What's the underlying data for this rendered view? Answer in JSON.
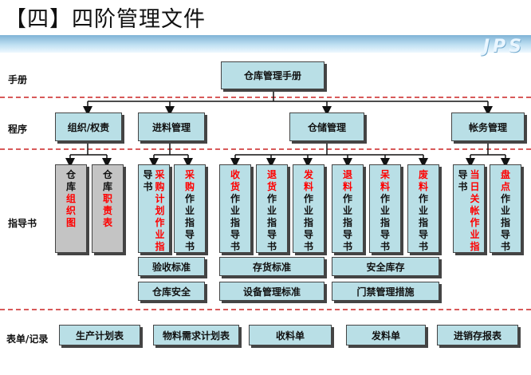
{
  "title": "【四】四阶管理文件",
  "logo": "JPS",
  "rows": {
    "manual": "手册",
    "procedure": "程序",
    "guide": "指导书",
    "forms": "表单/记录"
  },
  "manual_box": "仓库管理手册",
  "procedures": [
    "组织/权责",
    "进料管理",
    "仓储管理",
    "帐务管理"
  ],
  "guides": {
    "org_chart": [
      "仓库",
      "组织图"
    ],
    "duties": [
      "仓库",
      "职责表"
    ],
    "purchase_plan": [
      "导书",
      "采购计划作业指"
    ],
    "purchase": [
      "采购",
      "作业指导书"
    ],
    "receiving": [
      "收货",
      "作业指导书"
    ],
    "return_goods": [
      "退货",
      "作业指导书"
    ],
    "issue": [
      "发料",
      "作业指导书"
    ],
    "return_material": [
      "退料",
      "作业指导书"
    ],
    "scrap_material": [
      "呆料",
      "作业指导书"
    ],
    "waste_material": [
      "废料",
      "作业指导书"
    ],
    "ledger": [
      "导书",
      "当日关帐作业指"
    ],
    "stocktake": [
      "盘点",
      "作业指导书"
    ]
  },
  "standards": {
    "acceptance": "验收标准",
    "warehouse_safety": "仓库安全",
    "inventory_std": "存货标准",
    "safety_stock": "安全库存",
    "equipment_std": "设备管理标准",
    "access_control": "门禁管理措施"
  },
  "forms": [
    "生产计划表",
    "物料需求计划表",
    "收料单",
    "发料单",
    "进销存报表"
  ]
}
